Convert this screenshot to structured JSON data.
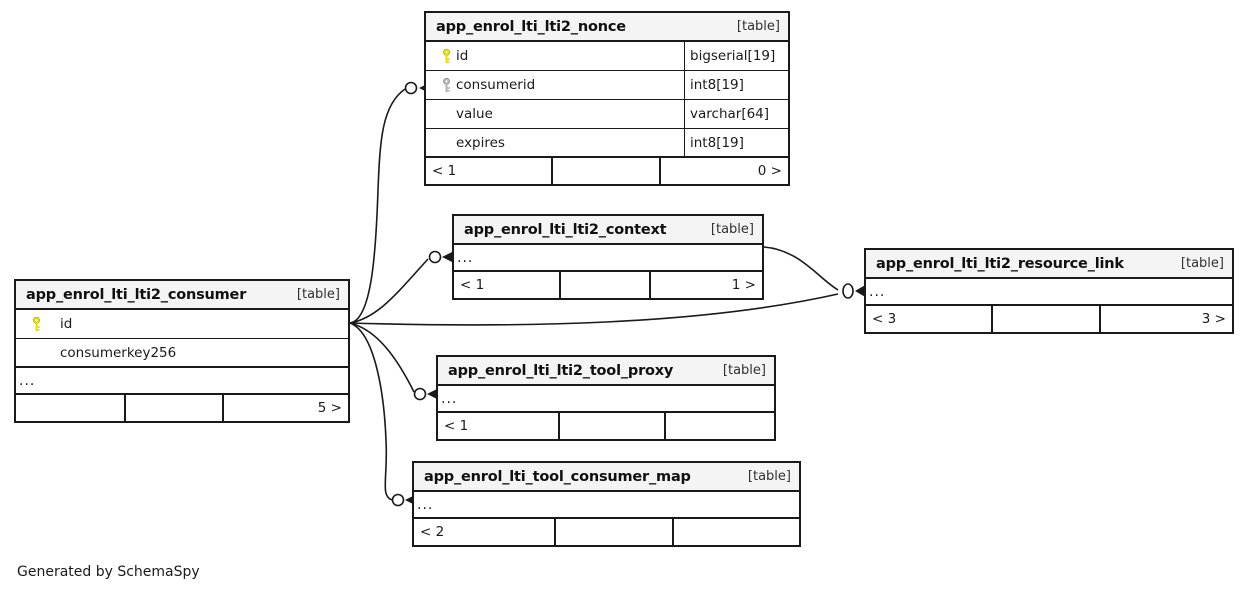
{
  "diagram": {
    "kind": "entity-relationship-diagram",
    "generator_credit": "Generated by SchemaSpy",
    "table_tag": "[table]",
    "ellipsis": "...",
    "key_icons": {
      "primary": "primary-key-icon",
      "foreign": "foreign-key-icon"
    },
    "colors": {
      "primary_key": "#e8e000",
      "foreign_key": "#a8a8a8",
      "border": "#1a1a1a",
      "header_bg": "#f4f4f4",
      "background": "#ffffff",
      "edge": "#1a1a1a"
    }
  },
  "tables": [
    {
      "id": "nonce",
      "name": "app_enrol_lti_lti2_nonce",
      "tag": "[table]",
      "columns": [
        {
          "key": "primary",
          "name": "id",
          "type": "bigserial[19]"
        },
        {
          "key": "foreign",
          "name": "consumerid",
          "type": "int8[19]"
        },
        {
          "key": "none",
          "name": "value",
          "type": "varchar[64]"
        },
        {
          "key": "none",
          "name": "expires",
          "type": "int8[19]"
        }
      ],
      "has_ellipsis_row": false,
      "footer": {
        "left": "< 1",
        "middle": "",
        "right": "0 >"
      }
    },
    {
      "id": "context",
      "name": "app_enrol_lti_lti2_context",
      "tag": "[table]",
      "columns": [],
      "has_ellipsis_row": true,
      "footer": {
        "left": "< 1",
        "middle": "",
        "right": "1 >"
      }
    },
    {
      "id": "resource_link",
      "name": "app_enrol_lti_lti2_resource_link",
      "tag": "[table]",
      "columns": [],
      "has_ellipsis_row": true,
      "footer": {
        "left": "< 3",
        "middle": "",
        "right": "3 >"
      }
    },
    {
      "id": "consumer",
      "name": "app_enrol_lti_lti2_consumer",
      "tag": "[table]",
      "columns": [
        {
          "key": "primary",
          "name": "id",
          "type": ""
        },
        {
          "key": "none",
          "name": "consumerkey256",
          "type": ""
        }
      ],
      "has_ellipsis_row": true,
      "footer": {
        "left": "",
        "middle": "",
        "right": "5 >"
      }
    },
    {
      "id": "tool_proxy",
      "name": "app_enrol_lti_lti2_tool_proxy",
      "tag": "[table]",
      "columns": [],
      "has_ellipsis_row": true,
      "footer": {
        "left": "< 1",
        "middle": "",
        "right": ""
      }
    },
    {
      "id": "tool_consumer_map",
      "name": "app_enrol_lti_tool_consumer_map",
      "tag": "[table]",
      "columns": [],
      "has_ellipsis_row": true,
      "footer": {
        "left": "< 2",
        "middle": "",
        "right": ""
      }
    }
  ],
  "relationships": [
    {
      "from": "consumer",
      "to": "nonce",
      "notation": "zero-or-many"
    },
    {
      "from": "consumer",
      "to": "context",
      "notation": "zero-or-many"
    },
    {
      "from": "consumer",
      "to": "resource_link",
      "notation": "zero-or-many"
    },
    {
      "from": "consumer",
      "to": "tool_proxy",
      "notation": "zero-or-many"
    },
    {
      "from": "consumer",
      "to": "tool_consumer_map",
      "notation": "zero-or-many"
    },
    {
      "from": "context",
      "to": "resource_link",
      "notation": "zero-or-many"
    }
  ]
}
